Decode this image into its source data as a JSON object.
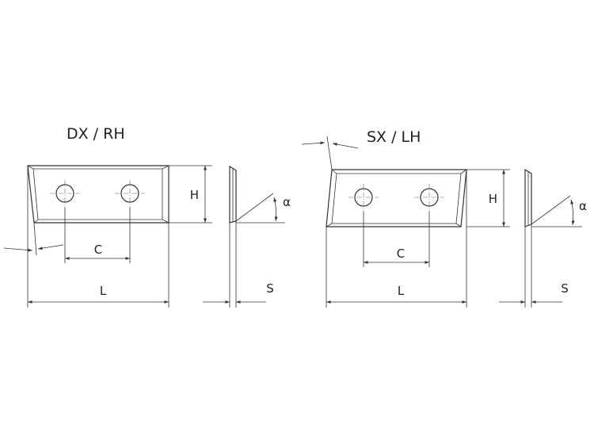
{
  "left_view": {
    "title": "DX / RH",
    "dims": {
      "C": "C",
      "L": "L",
      "H": "H",
      "S": "S",
      "alpha": "α"
    }
  },
  "right_view": {
    "title": "SX / LH",
    "dims": {
      "C": "C",
      "L": "L",
      "H": "H",
      "S": "S",
      "alpha": "α"
    }
  },
  "colors": {
    "line": "#333333",
    "text": "#222222",
    "background": "#ffffff"
  }
}
